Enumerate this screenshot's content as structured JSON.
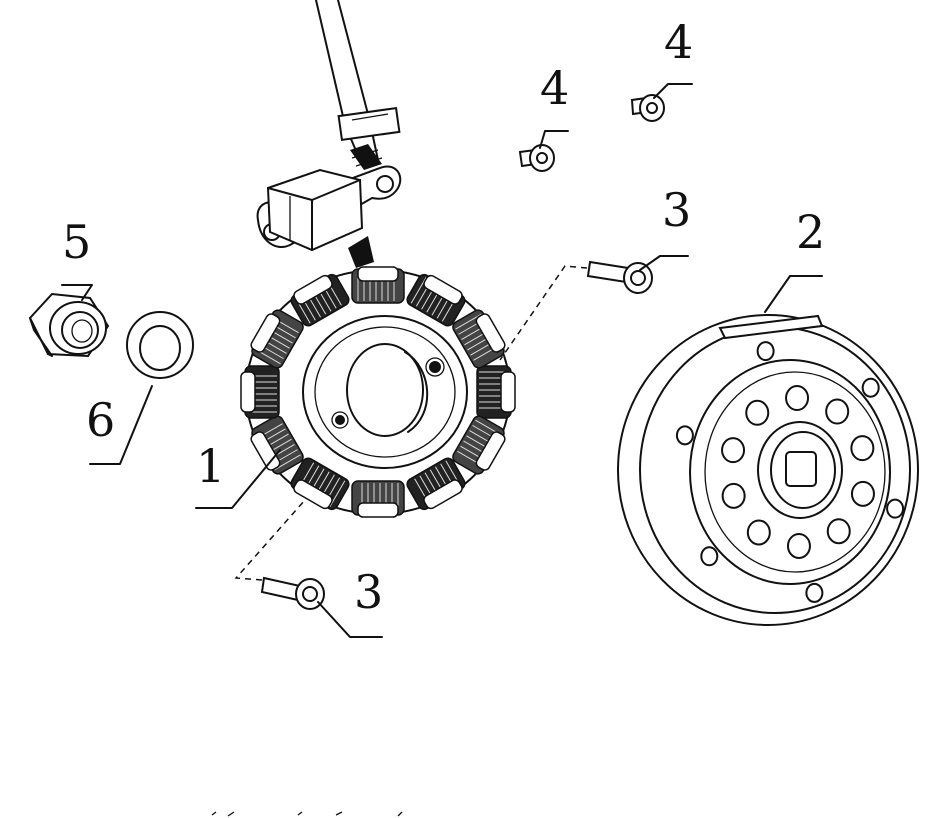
{
  "diagram": {
    "callouts": [
      {
        "id": "c1",
        "label": "1",
        "part": "stator-coil"
      },
      {
        "id": "c2",
        "label": "2",
        "part": "flywheel-rotor"
      },
      {
        "id": "c3a",
        "label": "3",
        "part": "stator-bolt"
      },
      {
        "id": "c3b",
        "label": "3",
        "part": "stator-bolt"
      },
      {
        "id": "c4a",
        "label": "4",
        "part": "pickup-screw"
      },
      {
        "id": "c4b",
        "label": "4",
        "part": "pickup-screw"
      },
      {
        "id": "c5",
        "label": "5",
        "part": "flywheel-nut"
      },
      {
        "id": "c6",
        "label": "6",
        "part": "washer"
      }
    ]
  },
  "colors": {
    "line": "#111111",
    "background": "#ffffff"
  }
}
